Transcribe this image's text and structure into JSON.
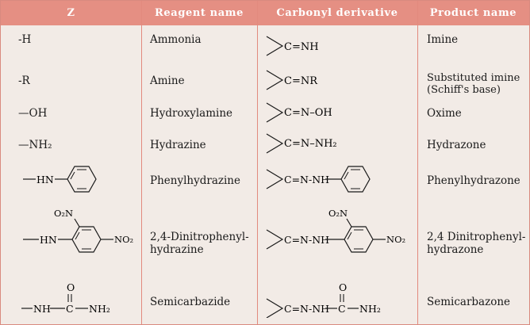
{
  "headers": [
    "Z",
    "Reagent name",
    "Carbonyl derivative",
    "Product name"
  ],
  "rows": [
    {
      "z": "-H",
      "reagent": "Ammonia",
      "derivative": "C=NH",
      "product": "Imine"
    },
    {
      "z": "-R",
      "reagent": "Amine",
      "derivative": "C=NR",
      "product": "Substituted imine\n(Schiff's base)"
    },
    {
      "z": "—OH",
      "reagent": "Hydroxylamine",
      "derivative": "C=N–OH",
      "product": "Oxime"
    },
    {
      "z": "—NH₂",
      "reagent": "Hydrazine",
      "derivative": "C=N–NH₂",
      "product": "Hydrazone"
    },
    {
      "z": "HN",
      "reagent": "Phenylhydrazine",
      "derivative": "C=N-NH",
      "product": "Phenylhydrazone"
    },
    {
      "z": "HN",
      "z_sub1": "O₂N",
      "z_sub2": "NO₂",
      "reagent": "2,4-Dinitrophenyl-\nhydrazine",
      "derivative": "C=N-NH",
      "deriv_sub1": "O₂N",
      "deriv_sub2": "NO₂",
      "product": "2,4 Dinitrophenyl-\nhydrazone"
    },
    {
      "z": "NH",
      "z_c": "C",
      "z_o": "O",
      "z_nh2": "NH₂",
      "reagent": "Semicarbazide",
      "derivative": "C=N-NH",
      "deriv_c": "C",
      "deriv_o": "O",
      "deriv_nh2": "NH₂",
      "product": "Semicarbazone"
    }
  ]
}
